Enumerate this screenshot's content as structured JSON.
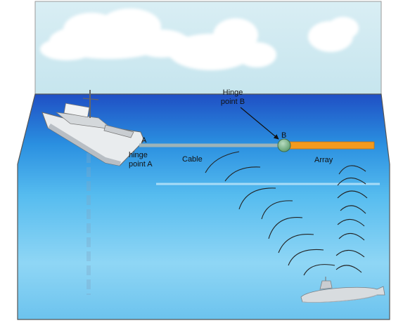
{
  "labels": {
    "hinge_b": "Hinge\npoint B",
    "point_b": "B",
    "point_a": "A",
    "hinge_a": "hinge\npoint A",
    "cable": "Cable",
    "array": "Array"
  },
  "colors": {
    "sky": "#cfe9f1",
    "sea_top": "#1f55c8",
    "sea_mid": "#2fa0e6",
    "sea_bottom": "#9fdcf6",
    "cable": "#9db3b8",
    "array": "#f39a1e",
    "hinge": "#7caf88",
    "waves": "#222222"
  },
  "icons": [
    "cloud",
    "survey-ship",
    "submarine",
    "hinge-point",
    "sonar-wave"
  ]
}
